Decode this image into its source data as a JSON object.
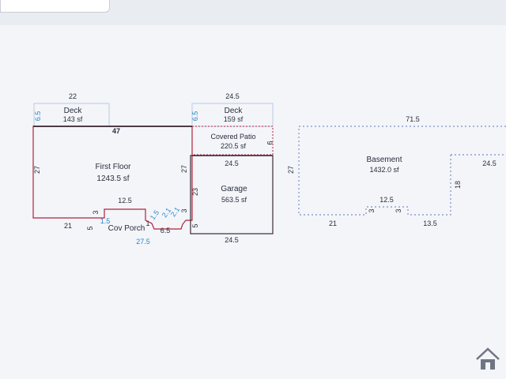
{
  "plan": {
    "deck1": {
      "width": "22",
      "height": "6.5",
      "name": "Deck",
      "area": "143 sf"
    },
    "deck2": {
      "width": "24.5",
      "height": "6.5",
      "name": "Deck",
      "area": "159 sf"
    },
    "first_floor": {
      "name": "First Floor",
      "area": "1243.5 sf",
      "top": "47",
      "left": "27",
      "bottom_left": "21",
      "porch_step": "12.5",
      "step_a": "3",
      "step_b": "5",
      "step_c": "1.5",
      "step_d": "1",
      "diag_a": "1.5",
      "diag_b": "2.1",
      "diag_c": "2.1",
      "step_e": "3",
      "bottom_total": "27.5"
    },
    "porch": {
      "name": "Cov Porch",
      "width": "6.5"
    },
    "patio": {
      "name": "Covered Patio",
      "area": "220.5 sf",
      "height": "9",
      "left": "27"
    },
    "garage": {
      "name": "Garage",
      "area": "563.5 sf",
      "top": "24.5",
      "left": "23",
      "bottom_step": "5",
      "bottom": "24.5"
    },
    "basement": {
      "name": "Basement",
      "area": "1432.0 sf",
      "top": "71.5",
      "left": "27",
      "right_top": "24.5",
      "right_side": "18",
      "bottom_left": "21",
      "notch": "12.5",
      "notch_a": "3",
      "notch_b": "3",
      "bottom_right": "13.5"
    }
  },
  "colors": {
    "wall": "#b3223a",
    "dim_line": "#8aaed6",
    "basement_line": "#7c8fc9",
    "label": "#2a2e3d"
  },
  "logo": {
    "icon": "house-logo-icon"
  }
}
